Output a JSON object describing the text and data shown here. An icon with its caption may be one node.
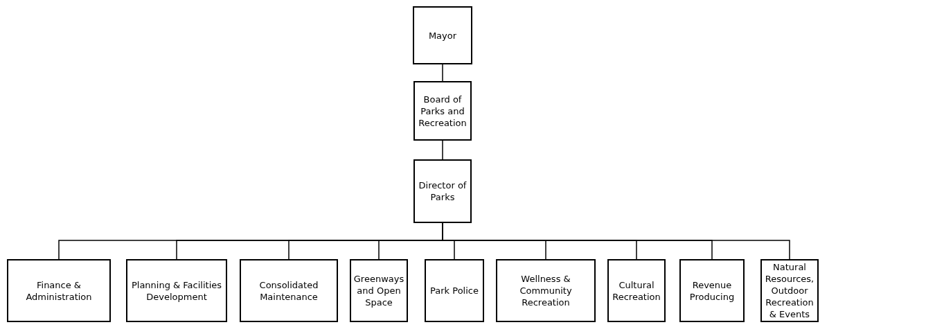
{
  "diagram": {
    "nodes": [
      {
        "text": [
          "Mayor"
        ]
      },
      {
        "text": [
          "Board of Parks and Recreation"
        ]
      },
      {
        "text": [
          "Director of Parks"
        ]
      },
      {
        "text": [
          "Finance & Administration"
        ]
      },
      {
        "text": [
          "Planning & Facilities Development"
        ]
      },
      {
        "text": [
          "Consolidated Maintenance"
        ]
      },
      {
        "text": [
          "Greenways and Open Space"
        ]
      },
      {
        "text": [
          "Park Police"
        ]
      },
      {
        "text": [
          "Wellness & Community Recreation"
        ]
      },
      {
        "text": [
          "Cultural Recreation"
        ]
      },
      {
        "text": [
          "Revenue Producing"
        ]
      },
      {
        "text": [
          "Natural Resources, Outdoor Recreation & Events"
        ]
      }
    ],
    "edges": [
      {
        "from": 0,
        "to": 1,
        "arrow": "none"
      },
      {
        "from": 1,
        "to": 2,
        "arrow": "none"
      },
      {
        "from": 2,
        "to": 3,
        "arrow": "none"
      },
      {
        "from": 2,
        "to": 4,
        "arrow": "none"
      },
      {
        "from": 2,
        "to": 5,
        "arrow": "none"
      },
      {
        "from": 2,
        "to": 6,
        "arrow": "none"
      },
      {
        "from": 2,
        "to": 7,
        "arrow": "none"
      },
      {
        "from": 2,
        "to": 8,
        "arrow": "none"
      },
      {
        "from": 2,
        "to": 9,
        "arrow": "none"
      },
      {
        "from": 2,
        "to": 10,
        "arrow": "none"
      },
      {
        "from": 2,
        "to": 11,
        "arrow": "none"
      }
    ]
  }
}
